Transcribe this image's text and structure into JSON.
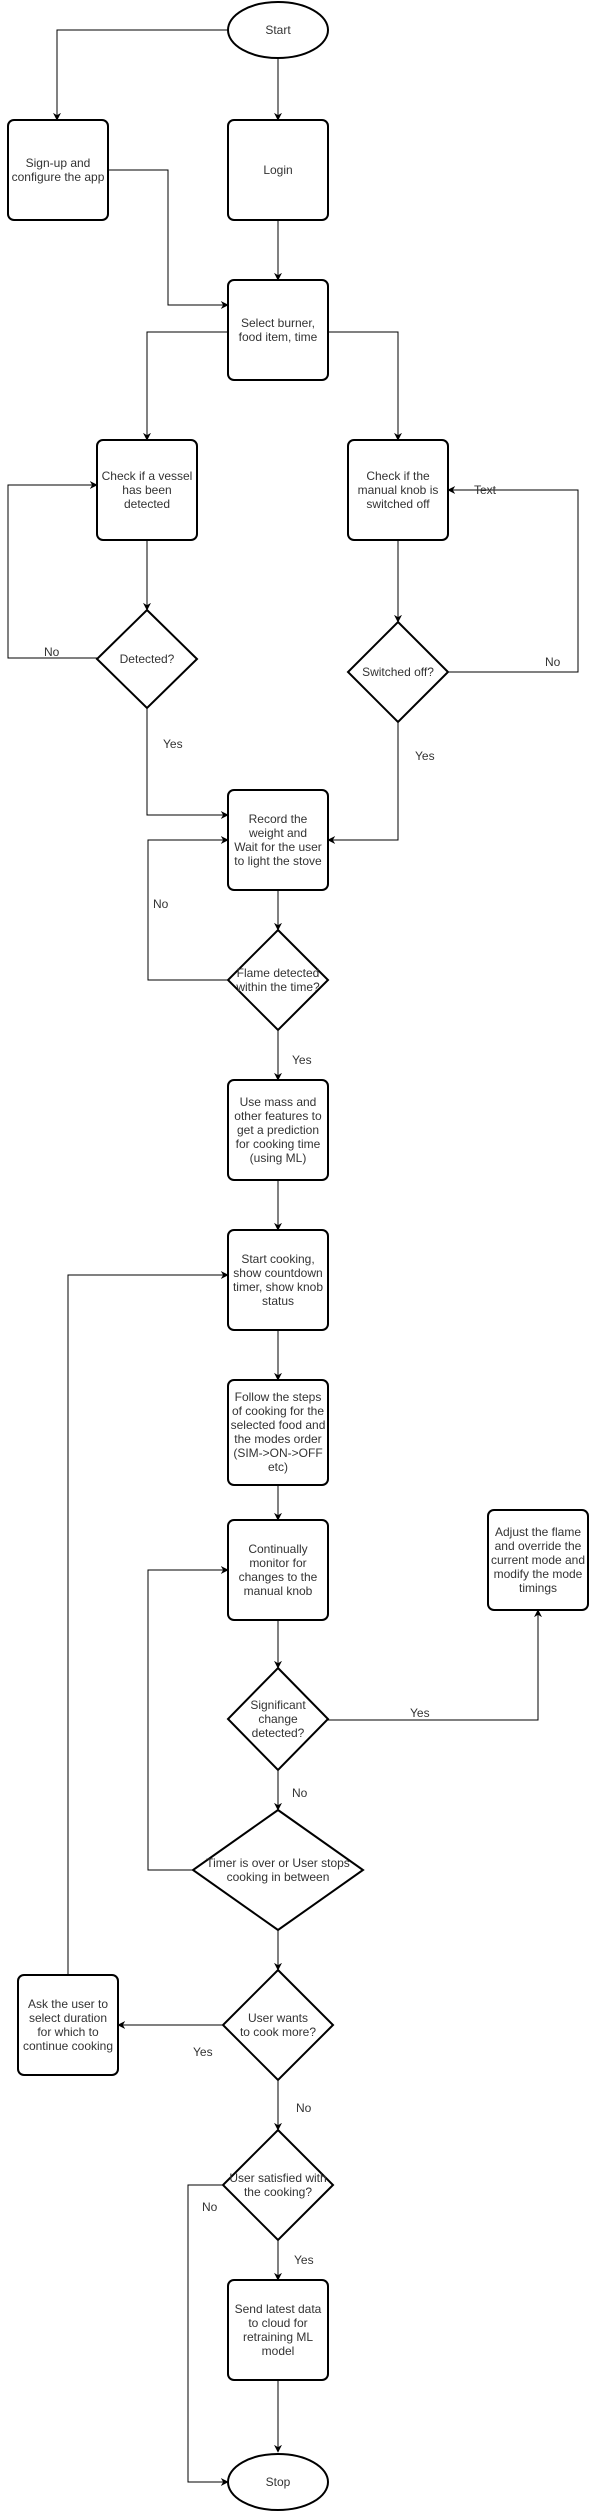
{
  "nodes": {
    "start": {
      "label": [
        "Start"
      ]
    },
    "signup": {
      "label": [
        "Sign-up and",
        "configure the app"
      ]
    },
    "login": {
      "label": [
        "Login"
      ]
    },
    "select": {
      "label": [
        "Select burner,",
        "food item, time"
      ]
    },
    "check_vessel": {
      "label": [
        "Check if a vessel",
        "has been",
        "detected"
      ]
    },
    "check_knob": {
      "label": [
        "Check if the",
        "manual knob is",
        "switched off"
      ]
    },
    "detected": {
      "label": [
        "Detected?"
      ]
    },
    "switched_off": {
      "label": [
        "Switched off?"
      ]
    },
    "record": {
      "label": [
        "Record the",
        "weight and",
        "Wait for the user",
        "to light the stove"
      ]
    },
    "flame": {
      "label": [
        "Flame detected",
        "within the time?"
      ]
    },
    "predict": {
      "label": [
        "Use mass and",
        "other features to",
        "get a prediction",
        "for cooking time",
        "(using ML)"
      ]
    },
    "start_cooking": {
      "label": [
        "Start cooking,",
        "show countdown",
        "timer, show knob",
        "status"
      ]
    },
    "follow_steps": {
      "label": [
        "Follow the steps",
        "of cooking for the",
        "selected food and",
        "the modes order",
        "(SIM->ON->OFF",
        "etc)"
      ]
    },
    "monitor": {
      "label": [
        "Continually",
        "monitor for",
        "changes to the",
        "manual knob"
      ]
    },
    "adjust": {
      "label": [
        "Adjust the flame",
        "and override the",
        "current mode and",
        "modify the mode",
        "timings"
      ]
    },
    "significant": {
      "label": [
        "Significant",
        "change",
        "detected?"
      ]
    },
    "timer_over": {
      "label": [
        "Timer is over or User stops",
        "cooking in between"
      ]
    },
    "ask_duration": {
      "label": [
        "Ask the user to",
        "select duration",
        "for which to",
        "continue cooking"
      ]
    },
    "cook_more": {
      "label": [
        "User wants",
        "to cook more?"
      ]
    },
    "satisfied": {
      "label": [
        "User satisfied with",
        "the cooking?"
      ]
    },
    "send_data": {
      "label": [
        "Send latest data",
        "to cloud for",
        "retraining ML",
        "model"
      ]
    },
    "stop": {
      "label": [
        "Stop"
      ]
    }
  },
  "edge_labels": {
    "text_knob": "Text",
    "no_detected": "No",
    "no_switched": "No",
    "yes_detected": "Yes",
    "yes_switched": "Yes",
    "no_flame": "No",
    "yes_flame": "Yes",
    "yes_significant": "Yes",
    "no_significant": "No",
    "yes_cook_more": "Yes",
    "no_cook_more": "No",
    "no_satisfied": "No",
    "yes_satisfied": "Yes"
  }
}
